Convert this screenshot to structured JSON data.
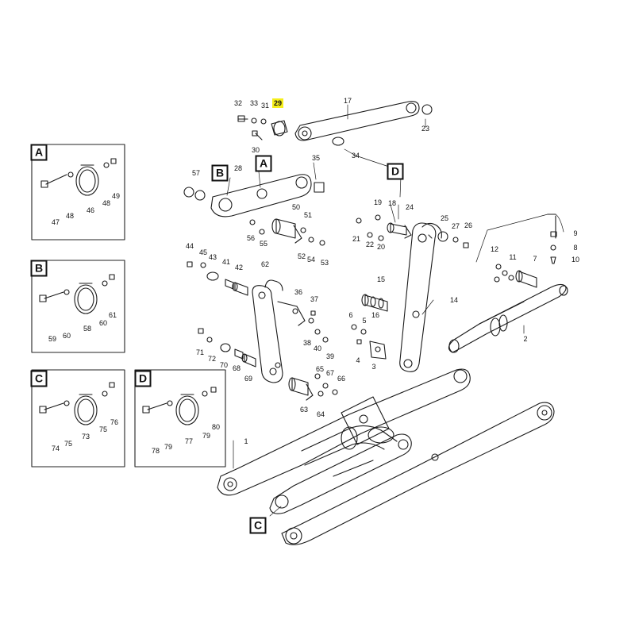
{
  "highlight_color": "#f5ee1a",
  "line_color": "#1a1a1a",
  "insets": [
    {
      "id": "A",
      "label": "A",
      "parts": [
        "47",
        "48",
        "46",
        "48",
        "49"
      ]
    },
    {
      "id": "B",
      "label": "B",
      "parts": [
        "59",
        "60",
        "58",
        "60",
        "61"
      ]
    },
    {
      "id": "C",
      "label": "C",
      "parts": [
        "74",
        "75",
        "73",
        "75",
        "76"
      ]
    },
    {
      "id": "D",
      "label": "D",
      "parts": [
        "78",
        "79",
        "77",
        "79",
        "80"
      ]
    }
  ],
  "callouts": [
    "A",
    "B",
    "C",
    "D"
  ],
  "highlighted_part": "29",
  "parts": [
    "1",
    "2",
    "3",
    "4",
    "5",
    "6",
    "7",
    "8",
    "9",
    "10",
    "11",
    "12",
    "14",
    "15",
    "16",
    "17",
    "18",
    "19",
    "20",
    "21",
    "22",
    "23",
    "24",
    "25",
    "26",
    "27",
    "28",
    "29",
    "30",
    "31",
    "32",
    "33",
    "34",
    "35",
    "36",
    "37",
    "38",
    "39",
    "40",
    "41",
    "42",
    "43",
    "44",
    "45",
    "50",
    "51",
    "52",
    "53",
    "54",
    "55",
    "56",
    "57",
    "62",
    "63",
    "64",
    "65",
    "66",
    "67",
    "68",
    "69",
    "70",
    "71",
    "72"
  ]
}
